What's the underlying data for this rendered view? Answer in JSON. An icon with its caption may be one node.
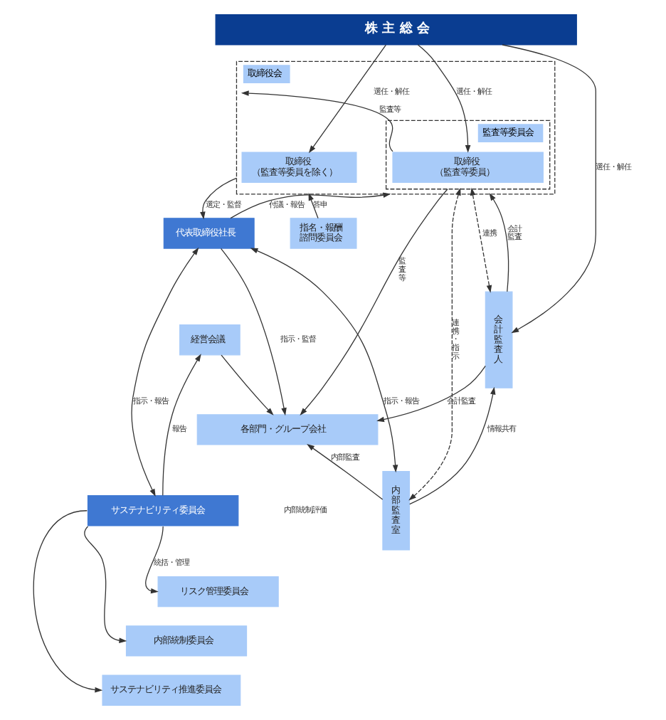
{
  "diagram": {
    "nodes": [
      {
        "text": [
          "株 主 総 会"
        ]
      },
      {
        "text": [
          "取締役会"
        ]
      },
      {
        "text": [
          "取締役",
          "（監査等委員を除く）"
        ],
        "in": 1
      },
      {
        "text": [
          "監査等委員会"
        ],
        "in": 1
      },
      {
        "text": [
          "取締役",
          "（監査等委員）"
        ],
        "in": 3
      },
      {
        "text": [
          "会計監査人"
        ]
      },
      {
        "text": [
          "指名・報酬諮問委員会"
        ]
      },
      {
        "text": [
          "代表取締役社長"
        ]
      },
      {
        "text": [
          "経営会議"
        ]
      },
      {
        "text": [
          "各部門・グループ会社"
        ]
      },
      {
        "text": [
          "サステナビリティ委員会"
        ]
      },
      {
        "text": [
          "内部監査室"
        ]
      },
      {
        "text": [
          "リスク管理委員会"
        ]
      },
      {
        "text": [
          "内部統制委員会"
        ]
      },
      {
        "text": [
          "サステナビリティ推進委員会"
        ]
      }
    ],
    "edges": [
      {
        "from": 0,
        "to": 2,
        "arrow": "to",
        "label": "選任・解任"
      },
      {
        "from": 0,
        "to": 4,
        "arrow": "to",
        "label": "選任・解任"
      },
      {
        "from": 0,
        "to": 5,
        "arrow": "to",
        "label": "選任・解任"
      },
      {
        "from": 4,
        "to": 1,
        "arrow": "to",
        "label": "監査等"
      },
      {
        "from": 3,
        "to": 5,
        "arrow": "both",
        "label": "連携",
        "style": "dashed"
      },
      {
        "from": 5,
        "to": 1,
        "arrow": "to",
        "label": "会計監査"
      },
      {
        "from": 6,
        "to": 1,
        "arrow": "to",
        "label": "答申"
      },
      {
        "from": 1,
        "to": 7,
        "arrow": "to",
        "label": "選定・監督"
      },
      {
        "from": 7,
        "to": 1,
        "arrow": "to",
        "label": "付議・報告"
      },
      {
        "from": 3,
        "to": 11,
        "arrow": "both",
        "label": "連携・指示",
        "style": "dashed"
      },
      {
        "from": 3,
        "to": 9,
        "arrow": "to",
        "label": "監査等"
      },
      {
        "from": 7,
        "to": 10,
        "arrow": "both",
        "label": "指示・報告"
      },
      {
        "from": 7,
        "to": 11,
        "arrow": "both",
        "label": "指示・報告"
      },
      {
        "from": 10,
        "to": 8,
        "arrow": "to",
        "label": "報告"
      },
      {
        "from": 7,
        "to": 9,
        "arrow": "to",
        "label": "指示・監督"
      },
      {
        "from": 8,
        "to": 9,
        "arrow": "to"
      },
      {
        "from": 5,
        "to": 9,
        "arrow": "to",
        "label": "会計監査"
      },
      {
        "from": 11,
        "to": 9,
        "arrow": "to",
        "label": "内部監査"
      },
      {
        "from": 10,
        "to": 12,
        "arrow": "to",
        "label": "統括・管理"
      },
      {
        "from": 10,
        "to": 13,
        "arrow": "to"
      },
      {
        "from": 10,
        "to": 14,
        "arrow": "to"
      },
      {
        "from": 11,
        "to": 5,
        "arrow": "to",
        "label": "情報共有"
      }
    ],
    "labels": [
      "内部統制評価"
    ]
  }
}
